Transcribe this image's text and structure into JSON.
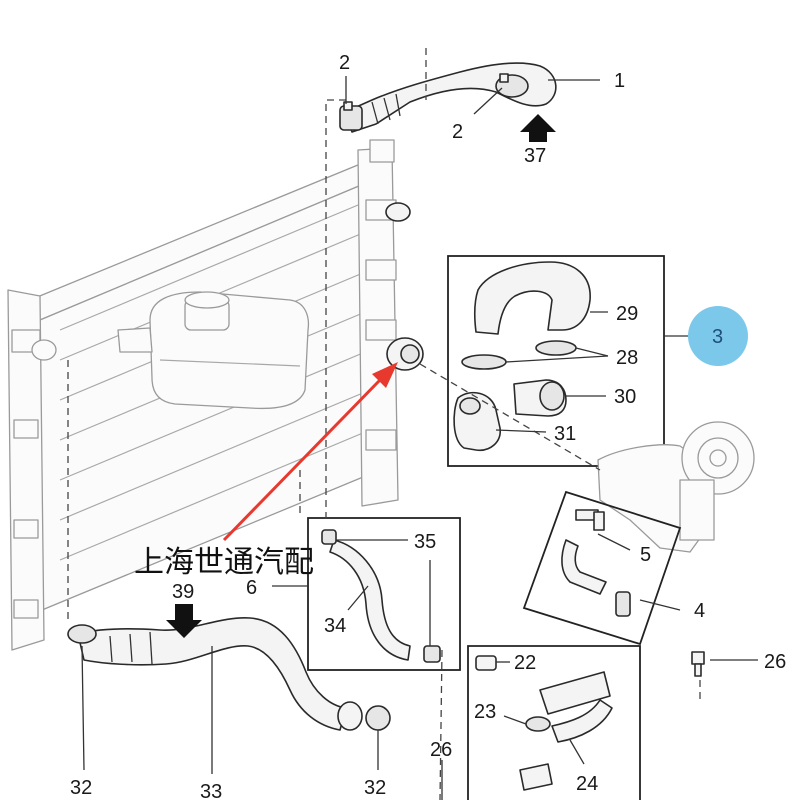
{
  "callouts": {
    "c1": "1",
    "c2a": "2",
    "c2b": "2",
    "c37": "37",
    "c29": "29",
    "c28": "28",
    "c30": "30",
    "c31": "31",
    "c3": "3",
    "c4": "4",
    "c5": "5",
    "c35": "35",
    "c6": "6",
    "c34": "34",
    "c39": "39",
    "c26a": "26",
    "c26b": "26",
    "c22": "22",
    "c23": "23",
    "c24": "24",
    "c32a": "32",
    "c32b": "32",
    "c33": "33"
  },
  "watermark": "上海世通汽配",
  "colors": {
    "badge": "#7cc8ea",
    "pointer": "#e8392f",
    "line": "#2a2a2a"
  }
}
